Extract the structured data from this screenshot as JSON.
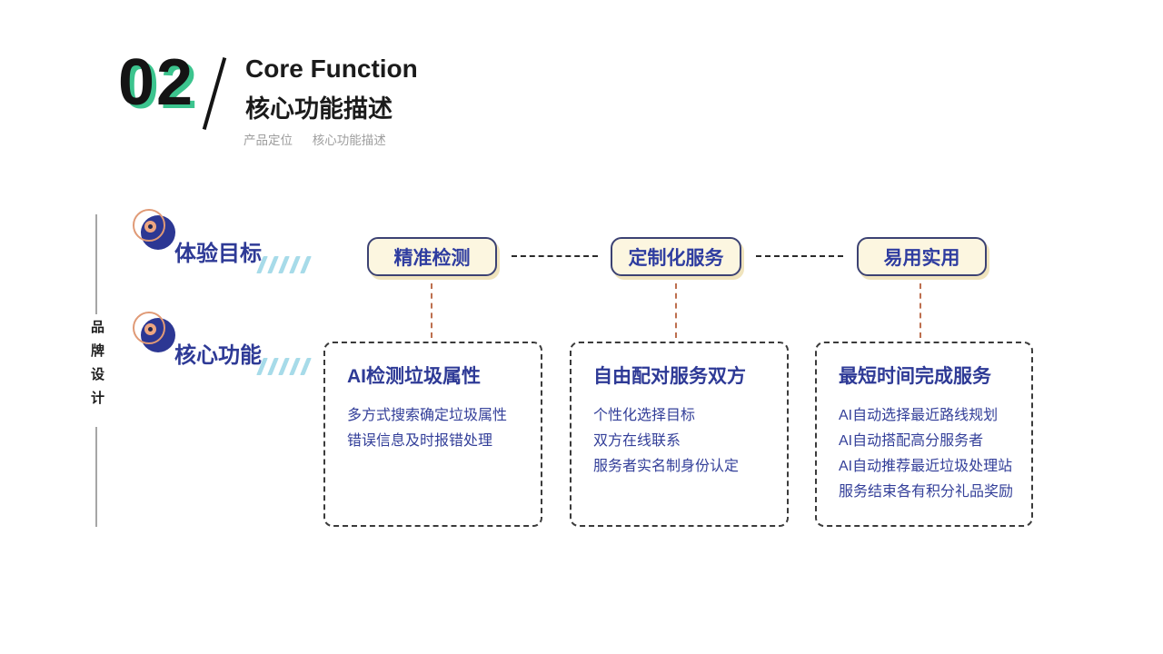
{
  "header": {
    "number": "02",
    "title_en": "Core Function",
    "title_zh": "核心功能描述",
    "breadcrumb": [
      "产品定位",
      "核心功能描述"
    ]
  },
  "sidebar": {
    "vertical_label": "品牌设计"
  },
  "rows": [
    {
      "label": "体验目标"
    },
    {
      "label": "核心功能"
    }
  ],
  "pills": [
    {
      "label": "精准检测"
    },
    {
      "label": "定制化服务"
    },
    {
      "label": "易用实用"
    }
  ],
  "cards": [
    {
      "title": "AI检测垃圾属性",
      "lines": [
        "多方式搜索确定垃圾属性",
        "错误信息及时报错处理"
      ]
    },
    {
      "title": "自由配对服务双方",
      "lines": [
        "个性化选择目标",
        "双方在线联系",
        "服务者实名制身份认定"
      ]
    },
    {
      "title": "最短时间完成服务",
      "lines": [
        "AI自动选择最近路线规划",
        "AI自动搭配高分服务者",
        "AI自动推荐最近垃圾处理站",
        "服务结束各有积分礼品奖励"
      ]
    }
  ],
  "colors": {
    "navy_text": "#2e3a96",
    "pill_background": "#fcf6e0",
    "pill_border": "#3c4273",
    "accent_green": "#3cc48e",
    "connector_orange": "#bd6f4e",
    "slash_blue": "#a7dbe9",
    "ring_salmon": "#e09a76",
    "subtitle_gray": "#9e9e9e"
  }
}
